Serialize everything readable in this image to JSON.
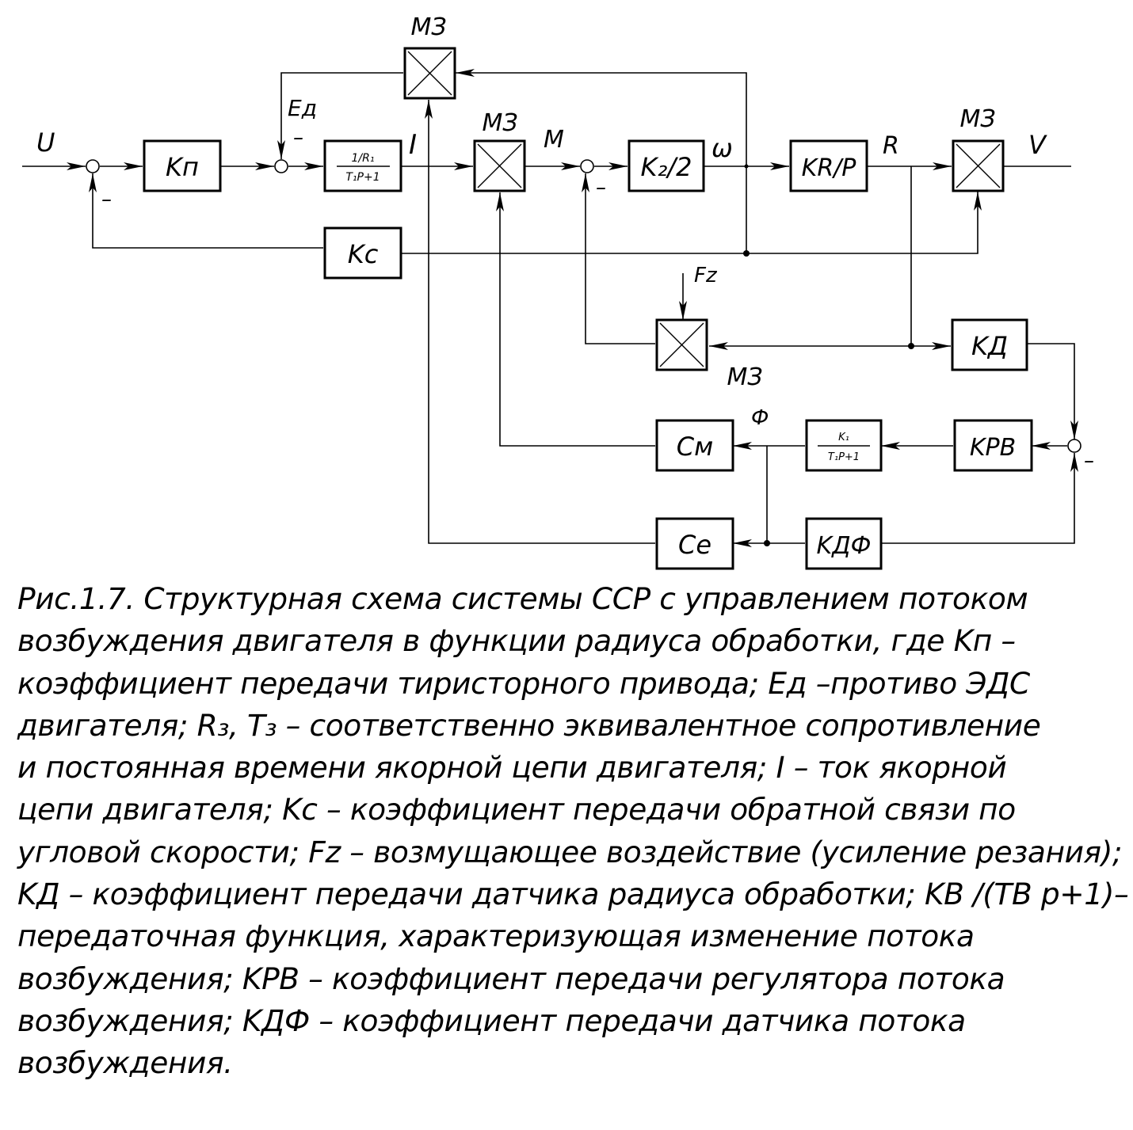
{
  "diagram": {
    "blocks": {
      "kp": "Kп",
      "armature_num": "1/R₁",
      "armature_den": "T₁P+1",
      "k2": "K₂/2",
      "kr": "KR/P",
      "kc": "Kc",
      "kd": "KД",
      "krv": "KPB",
      "field_num": "K₁",
      "field_den": "T₁P+1",
      "cm": "Cм",
      "ce": "Ce",
      "kdf": "KДФ"
    },
    "multipliers": {
      "top": "МЗ",
      "mid": "МЗ",
      "right": "МЗ",
      "bottom": "МЗ"
    },
    "signals": {
      "u": "U",
      "ed": "Eд",
      "i": "I",
      "m": "M",
      "omega": "ω",
      "r": "R",
      "v": "V",
      "fz": "Fz",
      "phi": "Ф"
    },
    "minus_signs": {
      "s1": "–",
      "s2": "–",
      "s3": "–",
      "s4": "–"
    }
  },
  "caption": {
    "lines": [
      "Рис.1.7. Структурная схема системы ССР с управлением потоком",
      "возбуждения двигателя в функции радиуса обработки, где Kп –",
      "коэффициент передачи тиристорного привода; Eд –противо ЭДС",
      "двигателя; R₃, T₃ – соответственно эквивалентное сопротивление",
      "и постоянная времени якорной цепи двигателя; I – ток якорной",
      "цепи двигателя; Kc – коэффициент передачи обратной связи по",
      "угловой скорости; Fz – возмущающее воздействие (усиление резания);",
      "KД – коэффициент передачи датчика радиуса обработки; KB /(TB p+1)–",
      "передаточная функция, характеризующая изменение потока",
      "возбуждения; KPB – коэффициент передачи регулятора потока",
      "возбуждения; KДФ – коэффициент передачи датчика потока",
      "возбуждения."
    ]
  }
}
